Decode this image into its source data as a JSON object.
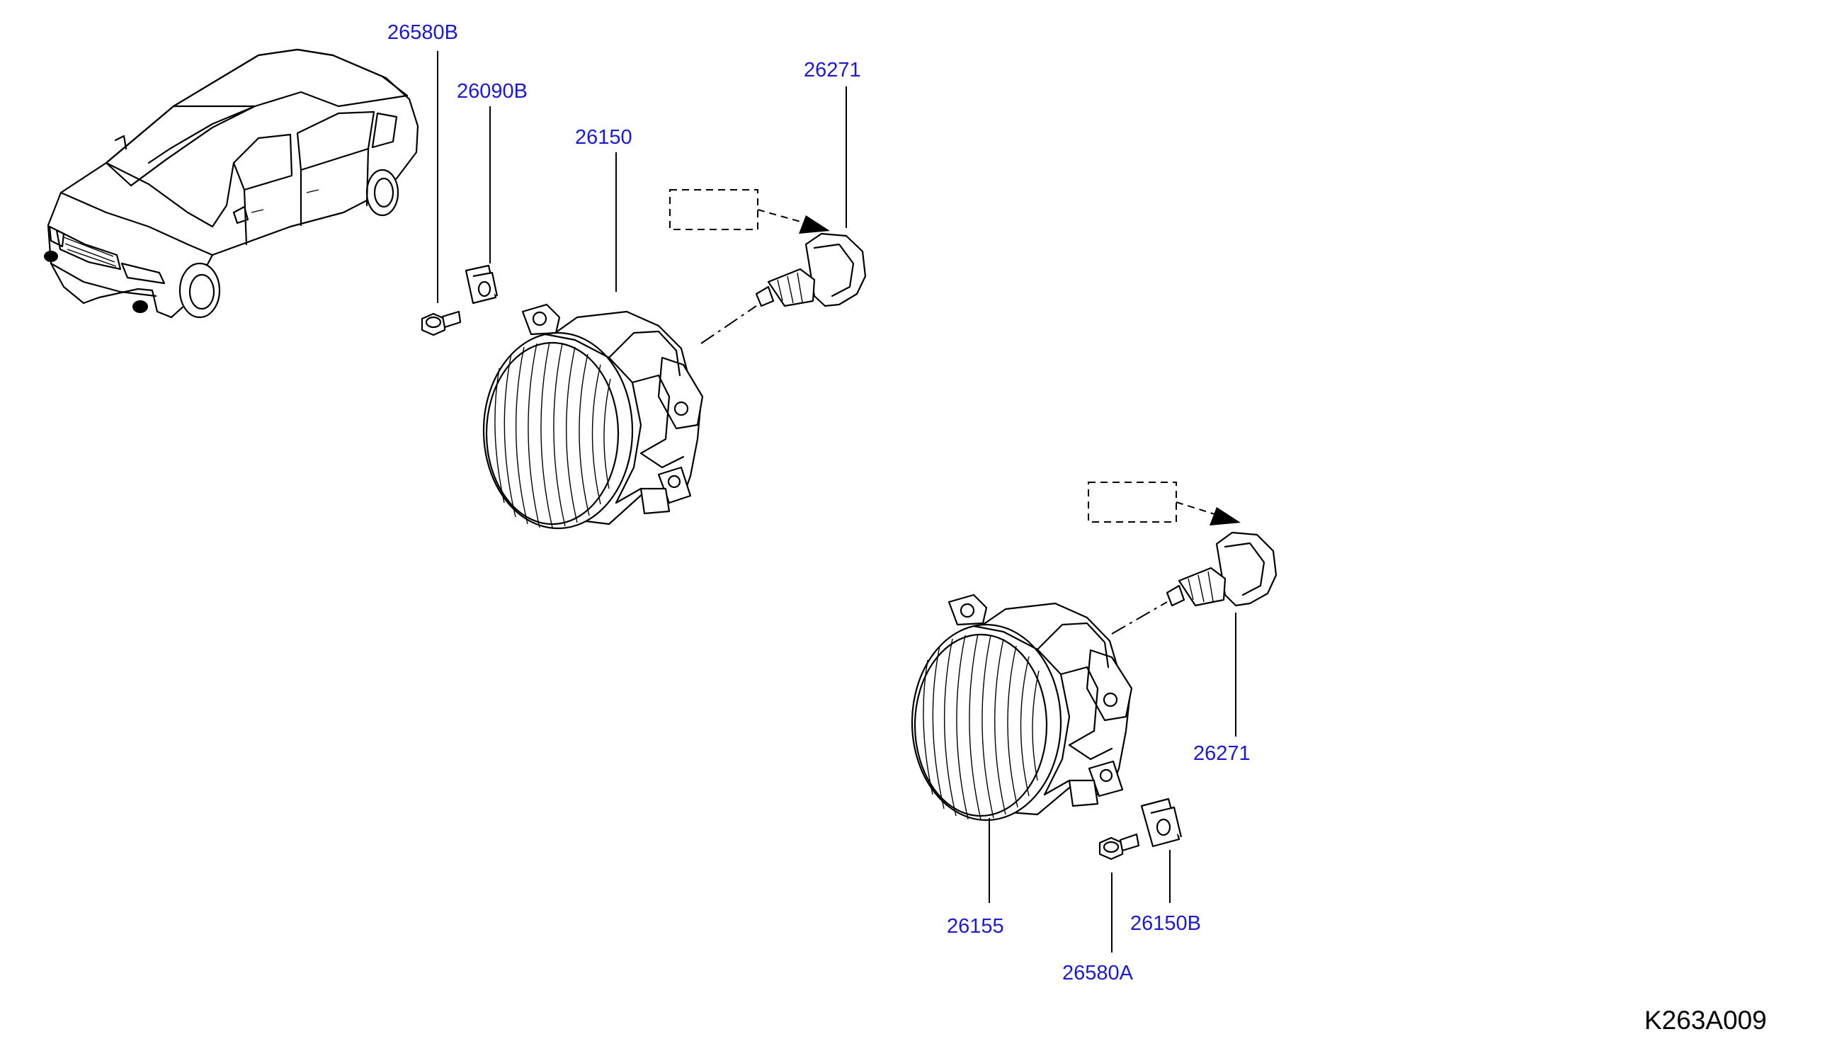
{
  "diagram": {
    "code": "K263A009",
    "label_color": "#1a1ad6"
  },
  "callouts": [
    {
      "id": "26580B",
      "text": "26580B"
    },
    {
      "id": "26090B",
      "text": "26090B"
    },
    {
      "id": "26150",
      "text": "26150"
    },
    {
      "id": "26271_top",
      "text": "26271"
    },
    {
      "id": "26271_bottom",
      "text": "26271"
    },
    {
      "id": "26155",
      "text": "26155"
    },
    {
      "id": "26150B",
      "text": "26150B"
    },
    {
      "id": "26580A",
      "text": "26580A"
    }
  ],
  "icons": [
    "vehicle-sedan-icon",
    "fog-lamp-left-icon",
    "fog-lamp-right-icon",
    "bulb-icon",
    "bolt-icon",
    "clip-nut-icon"
  ]
}
